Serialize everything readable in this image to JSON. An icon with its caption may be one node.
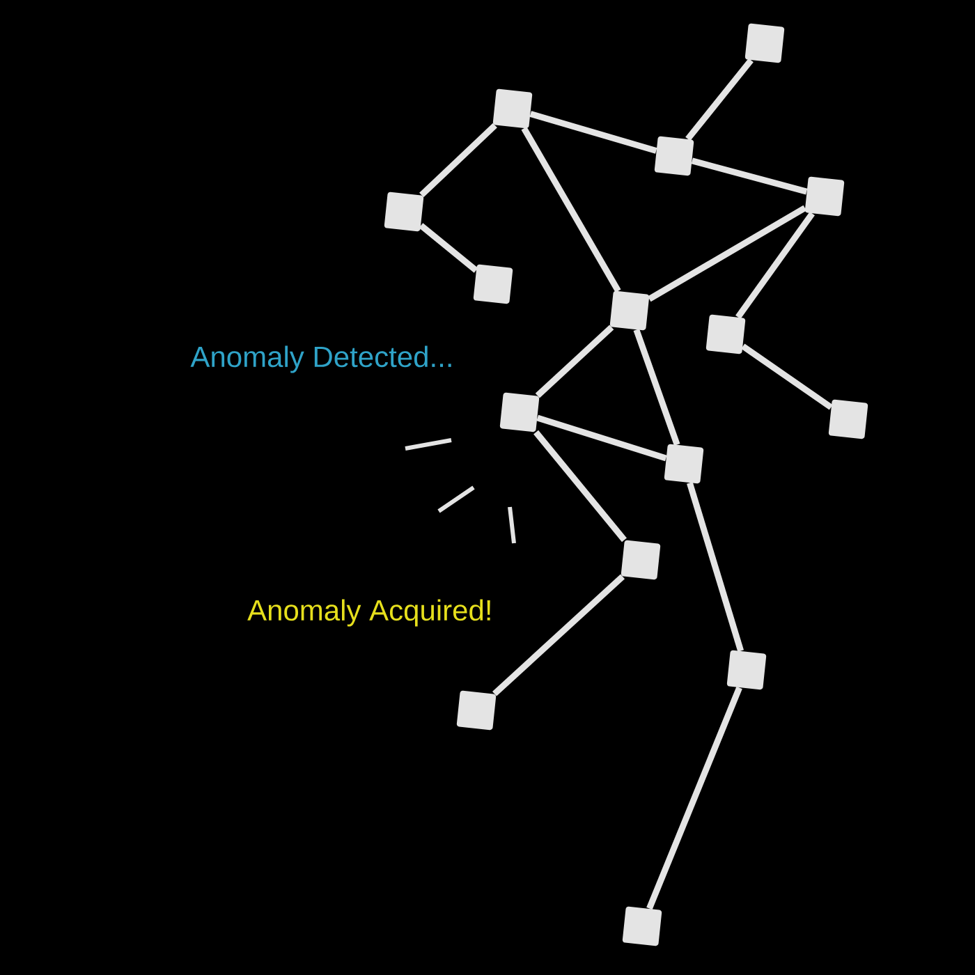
{
  "diagram": {
    "nodes": [
      {
        "text": [],
        "shape": "box"
      },
      {
        "text": [],
        "shape": "box"
      },
      {
        "text": [],
        "shape": "box"
      },
      {
        "text": [],
        "shape": "box"
      },
      {
        "text": [],
        "shape": "box"
      },
      {
        "text": [],
        "shape": "box"
      },
      {
        "text": [],
        "shape": "box"
      },
      {
        "text": [],
        "shape": "box"
      },
      {
        "text": [],
        "shape": "box"
      },
      {
        "text": [],
        "shape": "box"
      },
      {
        "text": [],
        "shape": "box"
      },
      {
        "text": [],
        "shape": "box"
      },
      {
        "text": [],
        "shape": "box"
      },
      {
        "text": [],
        "shape": "box"
      },
      {
        "text": [],
        "shape": "box"
      }
    ],
    "edges": [
      {
        "from": 0,
        "to": 2,
        "arrow": "none"
      },
      {
        "from": 1,
        "to": 2,
        "arrow": "none"
      },
      {
        "from": 2,
        "to": 3,
        "arrow": "none"
      },
      {
        "from": 1,
        "to": 4,
        "arrow": "none"
      },
      {
        "from": 4,
        "to": 5,
        "arrow": "none"
      },
      {
        "from": 1,
        "to": 6,
        "arrow": "none"
      },
      {
        "from": 3,
        "to": 6,
        "arrow": "none"
      },
      {
        "from": 3,
        "to": 7,
        "arrow": "none"
      },
      {
        "from": 7,
        "to": 8,
        "arrow": "none"
      },
      {
        "from": 6,
        "to": 9,
        "arrow": "none"
      },
      {
        "from": 6,
        "to": 10,
        "arrow": "none"
      },
      {
        "from": 9,
        "to": 10,
        "arrow": "none"
      },
      {
        "from": 10,
        "to": 12,
        "arrow": "none"
      },
      {
        "from": 9,
        "to": 11,
        "arrow": "none"
      },
      {
        "from": 11,
        "to": 13,
        "arrow": "none"
      },
      {
        "from": 12,
        "to": 14,
        "arrow": "none"
      }
    ],
    "labels": [
      "Anomaly Detected...",
      "Anomaly Acquired!"
    ]
  }
}
